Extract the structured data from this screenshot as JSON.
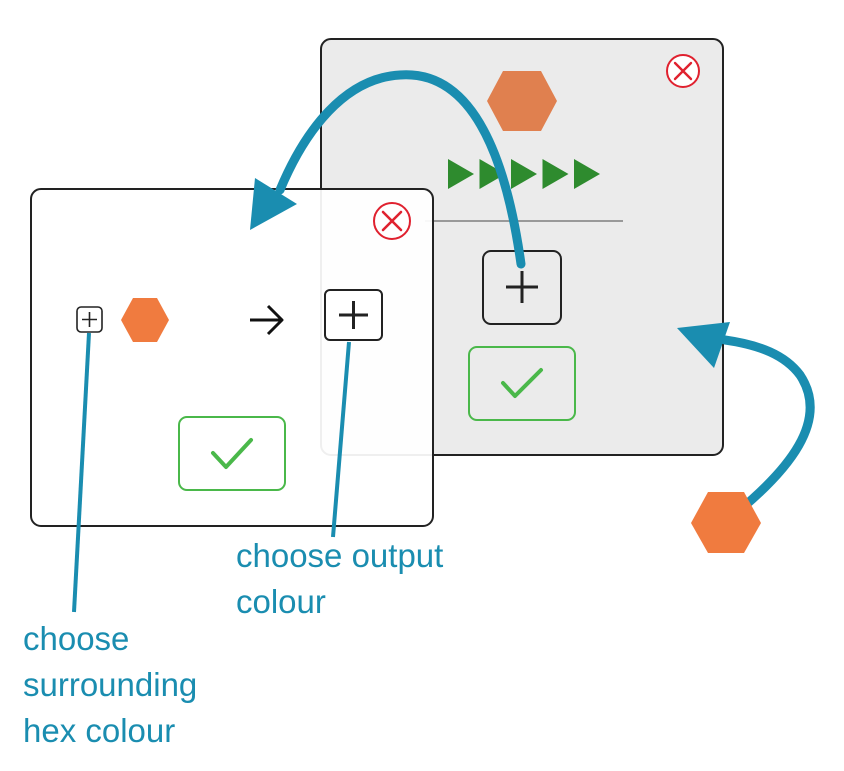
{
  "colors": {
    "annotation": "#1a8db0",
    "hexagon_orange": "#f07b3f",
    "hexagon_orange_muted": "#e0804f",
    "close_red": "#e0212f",
    "confirm_green": "#4ab84a",
    "play_green": "#2e8b2e",
    "panel_back_bg": "#ebebeb",
    "panel_front_bg": "#ffffff"
  },
  "icons": {
    "close": "close-icon",
    "add": "plus-icon",
    "confirm": "checkmark-icon",
    "arrow": "arrow-right-icon",
    "hexagon": "hexagon-icon",
    "play": "play-icon"
  },
  "back_panel": {
    "play_icon_count": 5
  },
  "labels": {
    "output": [
      "choose output",
      "colour"
    ],
    "surrounding": [
      "choose",
      "surrounding",
      "hex colour"
    ]
  }
}
